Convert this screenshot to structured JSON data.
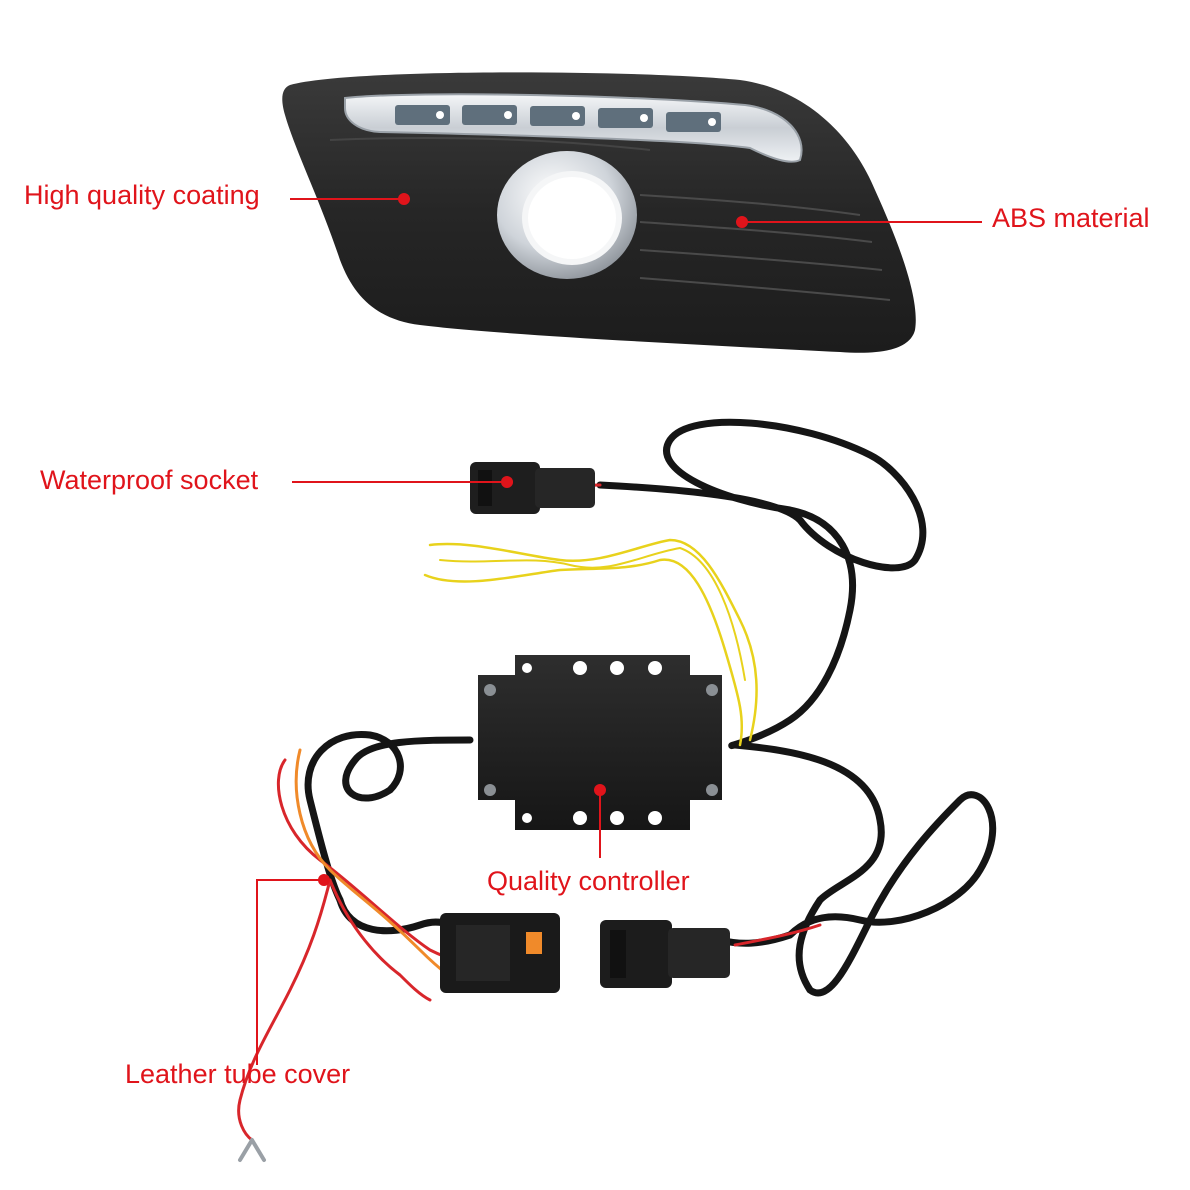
{
  "callouts": {
    "coating": "High quality coating",
    "abs": "ABS material",
    "socket": "Waterproof socket",
    "controller": "Quality controller",
    "tube": "Leather tube cover"
  },
  "colors": {
    "callout": "#e0141b",
    "bezel": "#2a2a2a",
    "cable": "#151515",
    "wire_yellow": "#e8d21c",
    "wire_red": "#d8262b",
    "wire_orange": "#f08a2a",
    "chrome": "#d9dde2"
  }
}
